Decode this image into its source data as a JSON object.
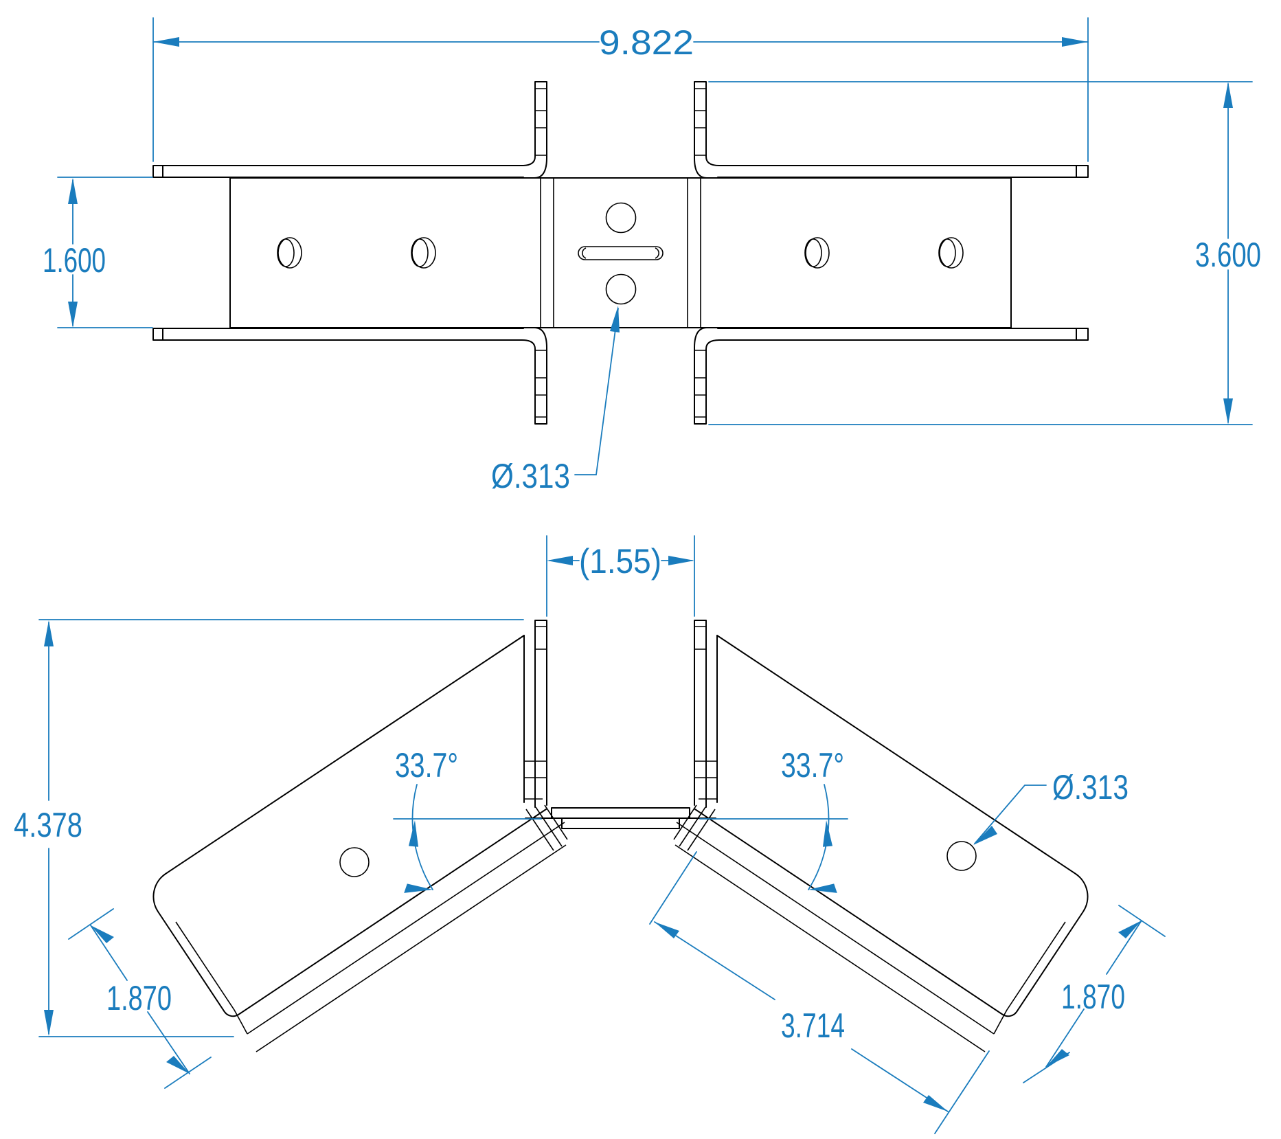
{
  "drawing": {
    "type": "cad-2-view-sheet-metal-bracket",
    "background_color": "#ffffff",
    "part_line_color": "#000000",
    "dimension_color": "#1a7cbd",
    "top_view": {
      "overall_width": "9.822",
      "band_height": "1.600",
      "overall_height": "3.600",
      "hole_diameter": "Ø.313"
    },
    "front_view": {
      "channel_width_ref": "(1.55)",
      "overall_bent_height": "4.378",
      "left_bend_angle": "33.7°",
      "right_bend_angle": "33.7°",
      "left_wing_width": "1.870",
      "right_wing_width": "1.870",
      "wing_length": "3.714",
      "hole_diameter": "Ø.313"
    }
  }
}
